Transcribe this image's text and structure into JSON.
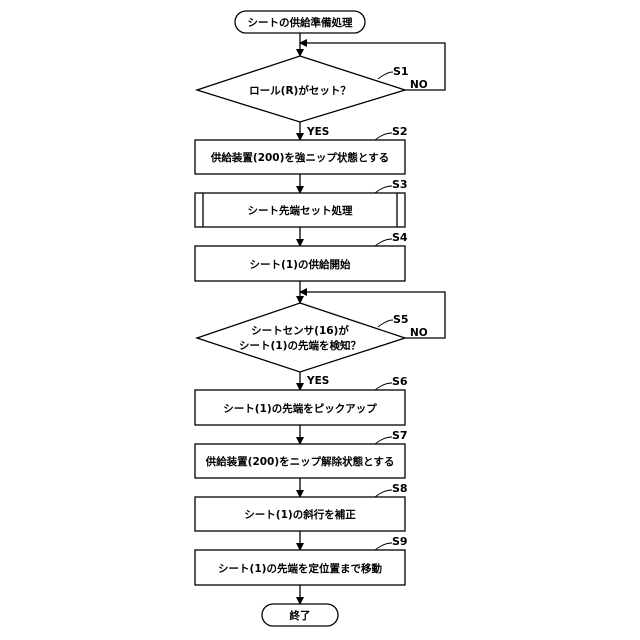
{
  "flowchart": {
    "start": "シートの供給準備処理",
    "end": "終了",
    "steps": [
      {
        "id": "S1",
        "type": "decision",
        "lines": [
          "ロール(R)がセット？"
        ],
        "yes": "YES",
        "no": "NO"
      },
      {
        "id": "S2",
        "type": "process",
        "lines": [
          "供給装置(200)を強ニップ状態とする"
        ]
      },
      {
        "id": "S3",
        "type": "subroutine",
        "lines": [
          "シート先端セット処理"
        ]
      },
      {
        "id": "S4",
        "type": "process",
        "lines": [
          "シート(1)の供給開始"
        ]
      },
      {
        "id": "S5",
        "type": "decision",
        "lines": [
          "シートセンサ(16)が",
          "シート(1)の先端を検知？"
        ],
        "yes": "YES",
        "no": "NO"
      },
      {
        "id": "S6",
        "type": "process",
        "lines": [
          "シート(1)の先端をピックアップ"
        ]
      },
      {
        "id": "S7",
        "type": "process",
        "lines": [
          "供給装置(200)をニップ解除状態とする"
        ]
      },
      {
        "id": "S8",
        "type": "process",
        "lines": [
          "シート(1)の斜行を補正"
        ]
      },
      {
        "id": "S9",
        "type": "process",
        "lines": [
          "シート(1)の先端を定位置まで移動"
        ]
      }
    ]
  }
}
